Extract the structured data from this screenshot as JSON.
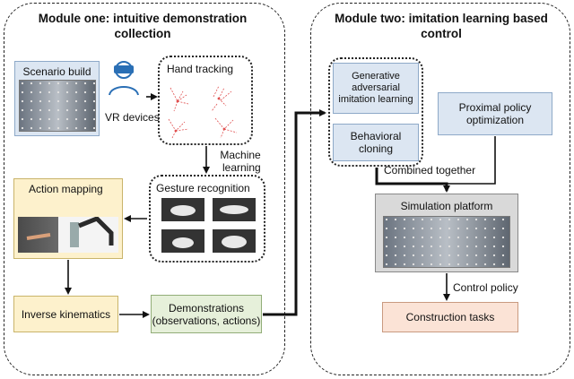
{
  "module_one": {
    "title_line1": "Module one: intuitive demonstration",
    "title_line2": "collection",
    "scenario_build": "Scenario build",
    "vr_devices": "VR devices",
    "hand_tracking": "Hand tracking",
    "machine_learning_1": "Machine",
    "machine_learning_2": "learning",
    "gesture_recognition": "Gesture recognition",
    "action_mapping": "Action mapping",
    "inverse_kinematics": "Inverse kinematics",
    "demonstrations_1": "Demonstrations",
    "demonstrations_2": "(observations, actions)"
  },
  "module_two": {
    "title_line1": "Module two: imitation learning based",
    "title_line2": "control",
    "gail_1": "Generative",
    "gail_2": "adversarial",
    "gail_3": "imitation learning",
    "bc_1": "Behavioral",
    "bc_2": "cloning",
    "ppo_1": "Proximal policy",
    "ppo_2": "optimization",
    "combined": "Combined together",
    "simulation_platform": "Simulation platform",
    "control_policy": "Control policy",
    "construction_tasks": "Construction tasks"
  },
  "colors": {
    "blue_box": "#dce6f2",
    "yellow_box": "#fdf1cc",
    "green_box": "#e6f0da",
    "pink_box": "#fbe3d6",
    "gray_box": "#d9d9d9"
  }
}
